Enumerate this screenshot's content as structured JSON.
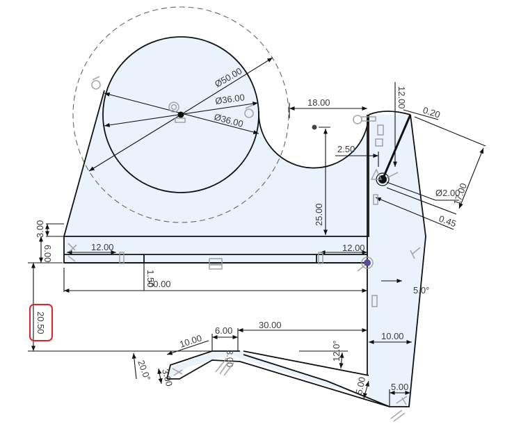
{
  "sketch": {
    "fill_color": "#eaf3fb",
    "line_color": "#111111",
    "constraint_color": "#9a9a9a",
    "highlight_color": "#d9262c",
    "dimensions": {
      "dia_outer": "Ø50.00",
      "dia_inner_1": "Ø36.00",
      "dia_inner_2": "Ø36.00",
      "horiz_18": "18.00",
      "horiz_2_50": "2.50",
      "vert_25": "25.00",
      "vert_12": "12.00",
      "offset_0_20": "0.20",
      "dia_2": "Ø2.00",
      "len_17": "17.00",
      "offset_0_45": "0.45",
      "vert_3": "3.00",
      "vert_6": "6.00",
      "horiz_12_left": "12.00",
      "horiz_12_right": "12.00",
      "slot_1_50": "1.50",
      "horiz_50": "50.00",
      "vert_20_50": "20.50",
      "angle_5": "5.0°",
      "horiz_10_right": "10.00",
      "horiz_30": "30.00",
      "horiz_6": "6.00",
      "len_10": "10.00",
      "angle_20": "20.0°",
      "thick_3": "3.00",
      "thick_3_b": "3.00",
      "angle_12": "12.0°",
      "thick_5": "5.00",
      "horiz_5_bottom": "5.00"
    },
    "selected_dimension": "20.50"
  }
}
